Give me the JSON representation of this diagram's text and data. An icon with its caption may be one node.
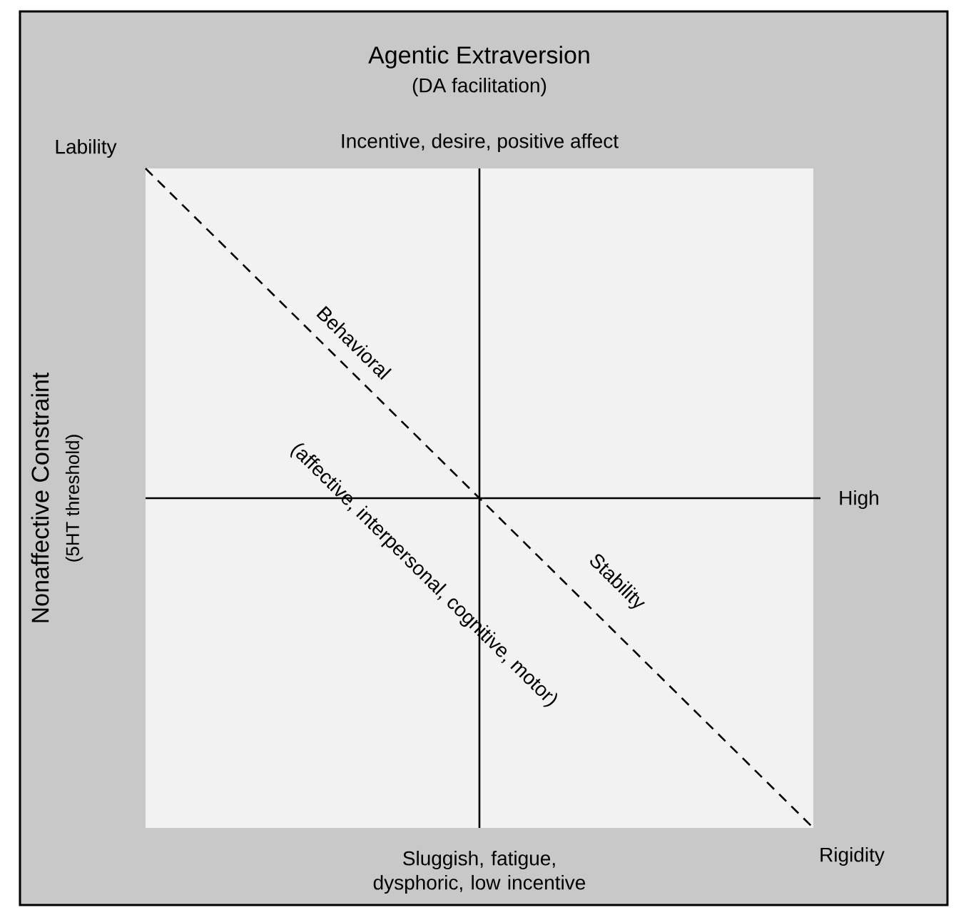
{
  "diagram": {
    "title": "Agentic Extraversion",
    "labels": [
      "(DA facilitation)",
      "Lability",
      "Incentive, desire, positive affect",
      "Nonaffective Constraint",
      "(5HT threshold)",
      "Behavioral",
      "(affective, interpersonal, cognitive, motor)",
      "High",
      "Stability",
      "Sluggish, fatigue, dysphoric, low incentive",
      "Rigidity"
    ]
  }
}
